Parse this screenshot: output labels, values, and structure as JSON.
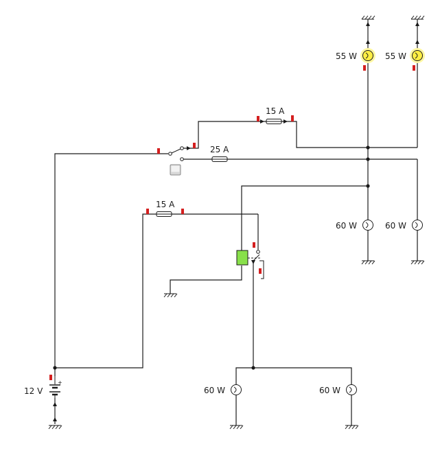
{
  "components": {
    "battery": {
      "label": "12 V",
      "plus": "+",
      "minus": "-"
    },
    "fuse_top": {
      "label": "15 A"
    },
    "fuse_mid": {
      "label": "25 A"
    },
    "fuse_left": {
      "label": "15 A"
    },
    "lamp_headlight_1": {
      "label": "55 W"
    },
    "lamp_headlight_2": {
      "label": "55 W"
    },
    "lamp_right_1": {
      "label": "60 W"
    },
    "lamp_right_2": {
      "label": "60 W"
    },
    "lamp_bottom_1": {
      "label": "60 W"
    },
    "lamp_bottom_2": {
      "label": "60 W"
    }
  },
  "colors": {
    "wire": "#1a1a1a",
    "probe_tag": "#d41f1f",
    "lamp_lit": "#ffee44",
    "lamp_glow": "#fff7a0",
    "relay_coil": "#88e04a",
    "push_button": "#d8d8d8"
  },
  "icons": {
    "ground": "ground-symbol-icon",
    "lamp": "lamp-symbol-icon",
    "fuse": "fuse-symbol-icon",
    "battery": "battery-symbol-icon",
    "switch": "changeover-switch-icon",
    "relay": "relay-icon",
    "push_button": "push-button-icon"
  }
}
